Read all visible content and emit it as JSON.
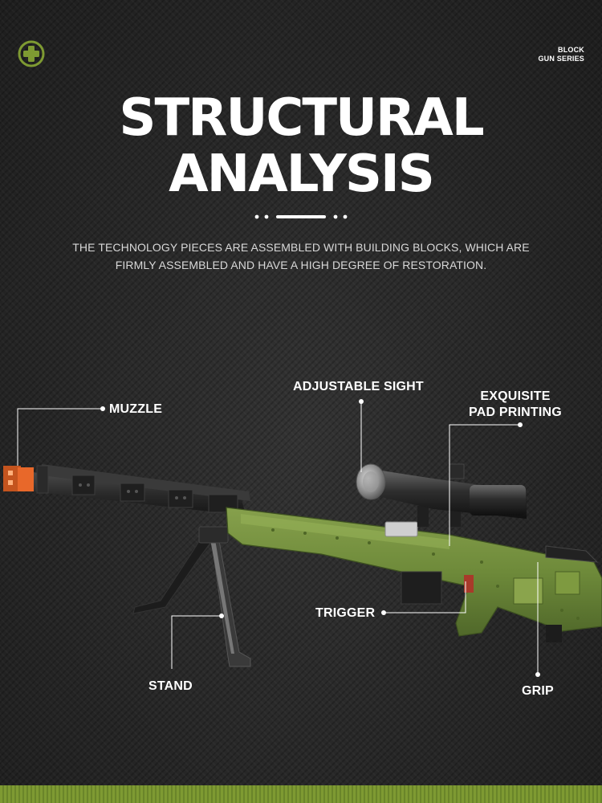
{
  "brand": {
    "logo_icon": "green-cross-badge-icon",
    "tag_line1": "BLOCK",
    "tag_line2": "GUN SERIES"
  },
  "heading": {
    "title_line1": "STRUCTURAL",
    "title_line2": "ANALYSIS",
    "subtitle_line1": "THE TECHNOLOGY PIECES ARE ASSEMBLED WITH BUILDING BLOCKS, WHICH ARE",
    "subtitle_line2": "FIRMLY ASSEMBLED AND HAVE A HIGH DEGREE OF RESTORATION."
  },
  "callouts": {
    "muzzle": "MUZZLE",
    "adjustable_sight": "ADJUSTABLE SIGHT",
    "exquisite_line1": "EXQUISITE",
    "exquisite_line2": "PAD PRINTING",
    "trigger": "TRIGGER",
    "stand": "STAND",
    "grip": "GRIP"
  },
  "colors": {
    "background": "#262626",
    "accent_green": "#7e9a32",
    "stock_green": "#6e8a3a",
    "muzzle_orange": "#e8682a",
    "barrel_dark": "#2a2a2a"
  }
}
